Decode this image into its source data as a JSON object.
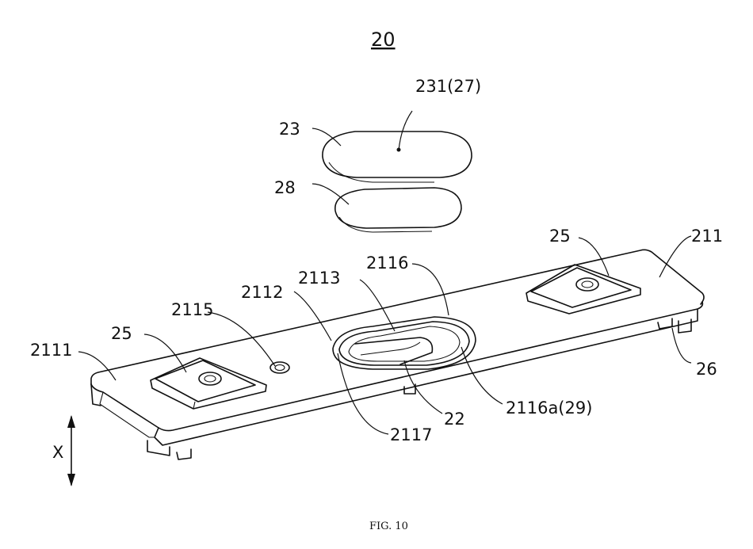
{
  "figure": {
    "title": "20",
    "caption": "FIG. 10",
    "axis_label": "X"
  },
  "labels": {
    "l_231_27": "231(27)",
    "l_23": "23",
    "l_28": "28",
    "l_25_right": "25",
    "l_211": "211",
    "l_2116": "2116",
    "l_2113": "2113",
    "l_2112": "2112",
    "l_2115": "2115",
    "l_2111": "2111",
    "l_25_left": "25",
    "l_26": "26",
    "l_2116a_29": "2116a(29)",
    "l_22": "22",
    "l_2117": "2117"
  }
}
